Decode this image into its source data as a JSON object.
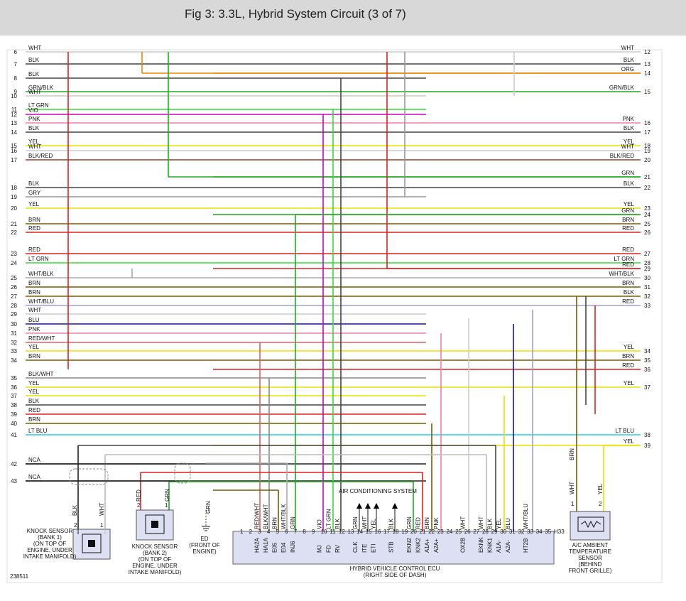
{
  "header": {
    "title": "Fig 3: 3.3L, Hybrid System Circuit (3 of 7)"
  },
  "figure_number": "238511",
  "left_pins": [
    "6",
    "7",
    "8",
    "9",
    "10",
    "11",
    "12",
    "13",
    "14",
    "15",
    "16",
    "17",
    "18",
    "19",
    "20",
    "21",
    "22",
    "23",
    "24",
    "25",
    "26",
    "27",
    "28",
    "29",
    "30",
    "31",
    "32",
    "33",
    "34",
    "35",
    "36",
    "37",
    "38",
    "39",
    "40",
    "41",
    "42",
    "43"
  ],
  "wires": [
    {
      "l": "6",
      "ll": "WHT",
      "c": "#cccccc",
      "r": "12",
      "rl": "WHT"
    },
    {
      "l": "7",
      "ll": "BLK",
      "c": "#444444",
      "r": "13",
      "rl": "BLK"
    },
    {
      "r": "14",
      "rl": "ORG",
      "c": "#e88a00"
    },
    {
      "l": "8",
      "ll": "BLK",
      "c": "#444444"
    },
    {
      "l": "9",
      "ll": "GRN/BLK",
      "c": "#22aa22",
      "r": "15",
      "rl": "GRN/BLK"
    },
    {
      "l": "10",
      "ll": "WHT",
      "c": "#cccccc"
    },
    {
      "l": "11",
      "ll": "LT GRN",
      "c": "#33dd33"
    },
    {
      "l": "12",
      "ll": "VIO",
      "c": "#cc00cc"
    },
    {
      "l": "13",
      "ll": "PNK",
      "c": "#f080a8",
      "r": "16",
      "rl": "PNK"
    },
    {
      "l": "14",
      "ll": "BLK",
      "c": "#444444",
      "r": "17",
      "rl": "BLK"
    },
    {
      "l": "15",
      "ll": "YEL",
      "c": "#e8e000",
      "r": "18",
      "rl": "YEL"
    },
    {
      "l": "16",
      "ll": "WHT",
      "c": "#cccccc",
      "r": "19",
      "rl": "WHT"
    },
    {
      "l": "17",
      "ll": "BLK/RED",
      "c": "#7a4a30",
      "r": "20",
      "rl": "BLK/RED"
    },
    {
      "r": "21",
      "rl": "GRN",
      "c": "#22aa22"
    },
    {
      "l": "18",
      "ll": "BLK",
      "c": "#444444",
      "r": "22",
      "rl": "BLK"
    },
    {
      "l": "19",
      "ll": "GRY",
      "c": "#999999"
    },
    {
      "l": "20",
      "ll": "YEL",
      "c": "#e8e000",
      "r": "23",
      "rl": "YEL"
    },
    {
      "r": "24",
      "rl": "GRN",
      "c": "#22aa22"
    },
    {
      "l": "21",
      "ll": "BRN",
      "c": "#7a5a00",
      "r": "25",
      "rl": "BRN"
    },
    {
      "l": "22",
      "ll": "RED",
      "c": "#e02020",
      "r": "26",
      "rl": "RED"
    },
    {
      "l": "23",
      "ll": "RED",
      "c": "#e02020",
      "r": "27",
      "rl": "RED"
    },
    {
      "l": "24",
      "ll": "LT GRN",
      "c": "#33dd33",
      "r": "28",
      "rl": "LT GRN"
    },
    {
      "r": "29",
      "rl": "RED",
      "c": "#e02020"
    },
    {
      "l": "25",
      "ll": "WHT/BLK",
      "c": "#aaaaaa",
      "r": "30",
      "rl": "WHT/BLK"
    },
    {
      "l": "26",
      "ll": "BRN",
      "c": "#7a5a00",
      "r": "31",
      "rl": "BRN"
    },
    {
      "l": "27",
      "ll": "BRN",
      "c": "#7a5a00",
      "r": "32",
      "rl": "BLK"
    },
    {
      "l": "28",
      "ll": "WHT/BLU",
      "c": "#a0a0d0",
      "r": "33",
      "rl": "RED"
    },
    {
      "l": "29",
      "ll": "WHT",
      "c": "#cccccc"
    },
    {
      "l": "30",
      "ll": "BLU",
      "c": "#1010c0"
    },
    {
      "l": "31",
      "ll": "PNK",
      "c": "#f080a8"
    },
    {
      "l": "32",
      "ll": "RED/WHT",
      "c": "#e06060"
    },
    {
      "l": "33",
      "ll": "YEL",
      "c": "#e8e000",
      "r": "34",
      "rl": "YEL"
    },
    {
      "l": "34",
      "ll": "BRN",
      "c": "#7a5a00",
      "r": "35",
      "rl": "BRN"
    },
    {
      "r": "36",
      "rl": "RED",
      "c": "#e02020"
    },
    {
      "l": "35",
      "ll": "BLK/WHT",
      "c": "#888888"
    },
    {
      "l": "36",
      "ll": "YEL",
      "c": "#e8e000",
      "r": "37",
      "rl": "YEL"
    },
    {
      "l": "37",
      "ll": "YEL",
      "c": "#e8e000"
    },
    {
      "l": "38",
      "ll": "BLK",
      "c": "#444444"
    },
    {
      "l": "39",
      "ll": "RED",
      "c": "#e02020"
    },
    {
      "l": "40",
      "ll": "BRN",
      "c": "#7a5a00"
    },
    {
      "l": "41",
      "ll": "LT BLU",
      "c": "#22ccee",
      "r": "38",
      "rl": "LT BLU"
    },
    {
      "r": "39",
      "rl": "YEL",
      "c": "#e8e000"
    },
    {
      "l": "42",
      "ll": "NCA",
      "c": "#222222"
    },
    {
      "l": "43",
      "ll": "NCA",
      "c": "#222222"
    }
  ],
  "ecu": {
    "name": "HYBRID VEHICLE CONTROL ECU",
    "location": "(RIGHT SIDE OF DASH)",
    "pins": [
      "1",
      "2",
      "3",
      "4",
      "5",
      "6",
      "7",
      "8",
      "9",
      "10",
      "11",
      "12",
      "13",
      "14",
      "15",
      "16",
      "17",
      "18",
      "19",
      "20",
      "21",
      "22",
      "23",
      "24",
      "25",
      "26",
      "27",
      "28",
      "29",
      "30",
      "31",
      "32",
      "33",
      "34",
      "35",
      "H33"
    ],
    "pin_wire_labels": [
      "",
      "",
      "RED/WHT",
      "BLK/WHT",
      "BRN",
      "WHT/BLK",
      "GRN",
      "",
      "",
      "VIO",
      "LT GRN",
      "BLK",
      "",
      "GRN",
      "WHT",
      "YEL",
      "",
      "BLK",
      "",
      "GRN",
      "RED",
      "BRN",
      "PNK",
      "",
      "",
      "WHT",
      "",
      "WHT",
      "BLK",
      "YEL",
      "BLU",
      "",
      "WHT/BLU",
      "",
      ""
    ],
    "terminals": [
      "",
      "",
      "HA2A",
      "HA1A",
      "E05",
      "E04",
      "INJ6",
      "",
      "",
      "MJ",
      "FD",
      "RV",
      "",
      "CLK",
      "ITE",
      "ETI",
      "",
      "STB",
      "",
      "EKN2",
      "KNK2",
      "A1A+",
      "A2A+",
      "",
      "",
      "OX2B",
      "",
      "EKNK",
      "KNK1",
      "A1A-",
      "A2A-",
      "",
      "HT2B",
      "",
      ""
    ]
  },
  "ac_system": "AIR CONDITIONING SYSTEM",
  "knock_bank1": {
    "name": "KNOCK SENSOR",
    "bank": "(BANK 1)",
    "loc1": "(ON TOP OF",
    "loc2": "ENGINE, UNDER",
    "loc3": "INTAKE MANIFOLD)",
    "pin2": "2",
    "pin1": "1",
    "w2": "BLK",
    "w1": "WHT"
  },
  "knock_bank2": {
    "name": "KNOCK SENSOR",
    "bank": "(BANK 2)",
    "loc1": "(ON TOP OF",
    "loc2": "ENGINE, UNDER",
    "loc3": "INTAKE MANIFOLD)",
    "pin2": "2",
    "pin1": "1",
    "w2": "RED",
    "w1": "GRN"
  },
  "ground": {
    "name": "ED",
    "loc1": "(FRONT OF",
    "loc2": "ENGINE)",
    "wire": "GRN"
  },
  "ac_sensor": {
    "name1": "A/C AMBIENT",
    "name2": "TEMPERATURE",
    "name3": "SENSOR",
    "loc1": "(BEHIND",
    "loc2": "FRONT GRILLE)",
    "pin1": "1",
    "pin2": "2",
    "w1": "WHT",
    "w2": "YEL",
    "w_top": "BRN"
  }
}
